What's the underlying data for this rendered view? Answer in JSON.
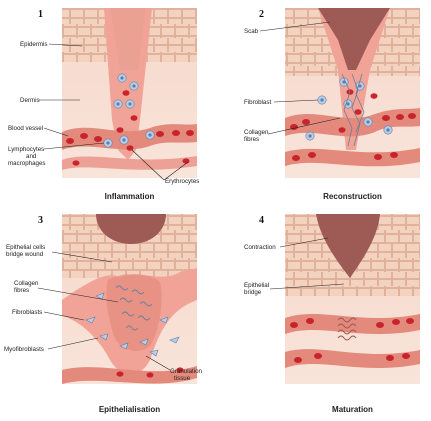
{
  "panels": [
    {
      "number": "1",
      "caption": "Inflammation",
      "labels": {
        "epidermis": "Epidermis",
        "dermis": "Dermis",
        "blood_vessel": "Blood vessel",
        "lymphocytes_line1": "Lymphocytes",
        "lymphocytes_line2": "and",
        "lymphocytes_line3": "macrophages",
        "erythrocytes": "Erythrocytes"
      }
    },
    {
      "number": "2",
      "caption": "Reconstruction",
      "labels": {
        "scab": "Scab",
        "fibroblast": "Fibroblast",
        "collagen_line1": "Collagen",
        "collagen_line2": "fibres"
      }
    },
    {
      "number": "3",
      "caption": "Epithelialisation",
      "labels": {
        "epithelial_line1": "Epithelial cells",
        "epithelial_line2": "bridge wound",
        "collagen_line1": "Collagen",
        "collagen_line2": "fibres",
        "fibroblasts": "Fibroblasts",
        "myofibroblasts": "Myofibroblasts",
        "granulation_line1": "Granulation",
        "granulation_line2": "tissue"
      }
    },
    {
      "number": "4",
      "caption": "Maturation",
      "labels": {
        "contraction": "Contraction",
        "epithelial_bridge_line1": "Epithelial",
        "epithelial_bridge_line2": "bridge"
      }
    }
  ],
  "colors": {
    "epidermis": "#f3d2bf",
    "cell_outline": "#d9a58c",
    "dermis": "#f7ddd0",
    "scab": "#9e5a55",
    "wound": "#f1a397",
    "vessel": "#e48a7d",
    "erythrocyte": "#c8242b",
    "leukocyte": "#b9cde6",
    "nucleus": "#5d7fa8"
  }
}
